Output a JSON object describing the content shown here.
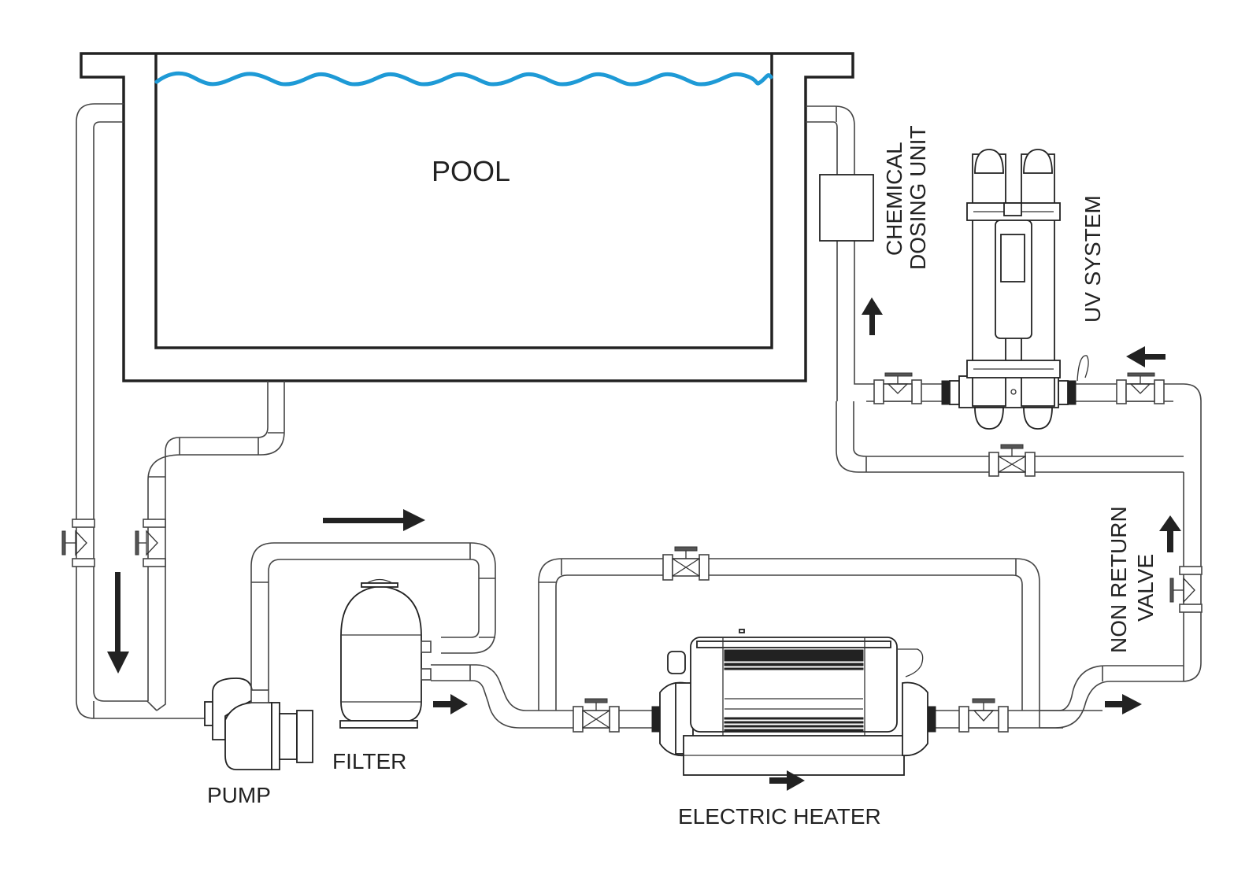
{
  "diagram": {
    "title": "Pool water treatment circuit",
    "colors": {
      "water": "#1e9ad6",
      "line": "#222222",
      "pipe": "#444444"
    },
    "labels": {
      "pool": "POOL",
      "chemical_dosing_line1": "CHEMICAL",
      "chemical_dosing_line2": "DOSING UNIT",
      "uv_system": "UV SYSTEM",
      "non_return_line1": "NON RETURN",
      "non_return_line2": "VALVE",
      "pump": "PUMP",
      "filter": "FILTER",
      "electric_heater": "ELECTRIC HEATER"
    },
    "components": [
      {
        "id": "pool",
        "name": "Pool"
      },
      {
        "id": "pump",
        "name": "Pump"
      },
      {
        "id": "filter",
        "name": "Filter"
      },
      {
        "id": "electric-heater",
        "name": "Electric Heater"
      },
      {
        "id": "uv-system",
        "name": "UV System"
      },
      {
        "id": "chemical-dosing-unit",
        "name": "Chemical Dosing Unit"
      },
      {
        "id": "non-return-valve",
        "name": "Non Return Valve"
      }
    ],
    "flow_arrows": [
      {
        "location": "suction-line",
        "direction": "down"
      },
      {
        "location": "pump-to-filter",
        "direction": "right"
      },
      {
        "location": "filter-outlet",
        "direction": "right"
      },
      {
        "location": "heater",
        "direction": "right"
      },
      {
        "location": "heater-outlet",
        "direction": "right"
      },
      {
        "location": "non-return-riser",
        "direction": "up"
      },
      {
        "location": "uv-inlet",
        "direction": "left"
      },
      {
        "location": "return-to-pool",
        "direction": "up"
      }
    ]
  }
}
